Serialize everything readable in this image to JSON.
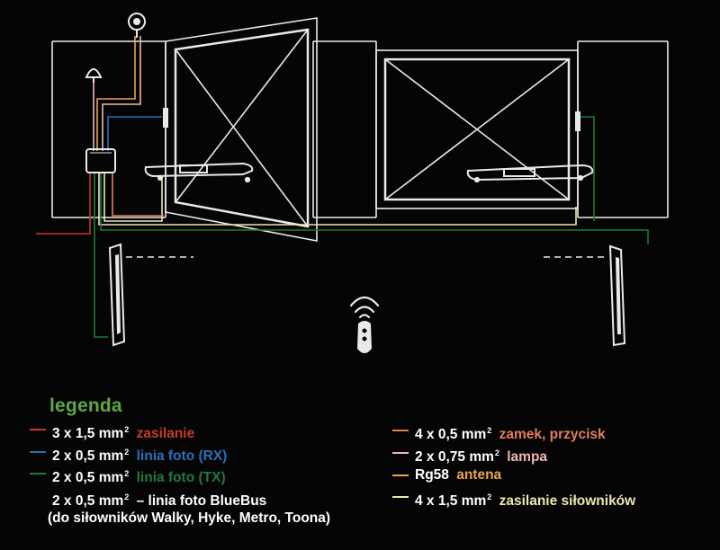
{
  "colors": {
    "background": "#050505",
    "structure": "#e9e9e9",
    "power_red": "#c33a2a",
    "photo_rx_blue": "#2b6fb8",
    "photo_tx_green": "#1f7a3c",
    "lock_salmon": "#e07d5e",
    "lamp_pink": "#efb7b3",
    "antenna_orange": "#e8a34e",
    "motor_cream": "#ece7b0",
    "legend_title_green": "#5fa845"
  },
  "icons": [
    "antenna-icon",
    "lamp-icon",
    "control-box-icon",
    "remote-control-icon",
    "photocell-icon",
    "motor-arm-icon"
  ],
  "legend": {
    "title": "legenda",
    "items_left": [
      {
        "spec": "3 x 1,5 mm",
        "sup": "2",
        "label": "zasilanie",
        "color": "#c33a2a"
      },
      {
        "spec": "2 x 0,5 mm",
        "sup": "2",
        "label": "linia foto (RX)",
        "color": "#2b6fb8"
      },
      {
        "spec": "2 x 0,5 mm",
        "sup": "2",
        "label": "linia foto (TX)",
        "color": "#1f7a3c"
      },
      {
        "spec": "2 x 0,5 mm",
        "sup": "2",
        "label": "– linia foto BlueBus",
        "color": "#ffffff"
      }
    ],
    "bluebus_note": "(do siłowników Walky, Hyke, Metro, Toona)",
    "items_right": [
      {
        "spec": "4 x 0,5 mm",
        "sup": "2",
        "label": "zamek, przycisk",
        "color": "#e07d5e"
      },
      {
        "spec": "2 x 0,75 mm",
        "sup": "2",
        "label": "lampa",
        "color": "#efb7b3"
      },
      {
        "spec": "Rg58",
        "sup": "",
        "label": "antena",
        "color": "#e8a34e"
      },
      {
        "spec": "4 x 1,5 mm",
        "sup": "2",
        "label": "zasilanie siłowników",
        "color": "#ece7b0"
      }
    ]
  }
}
